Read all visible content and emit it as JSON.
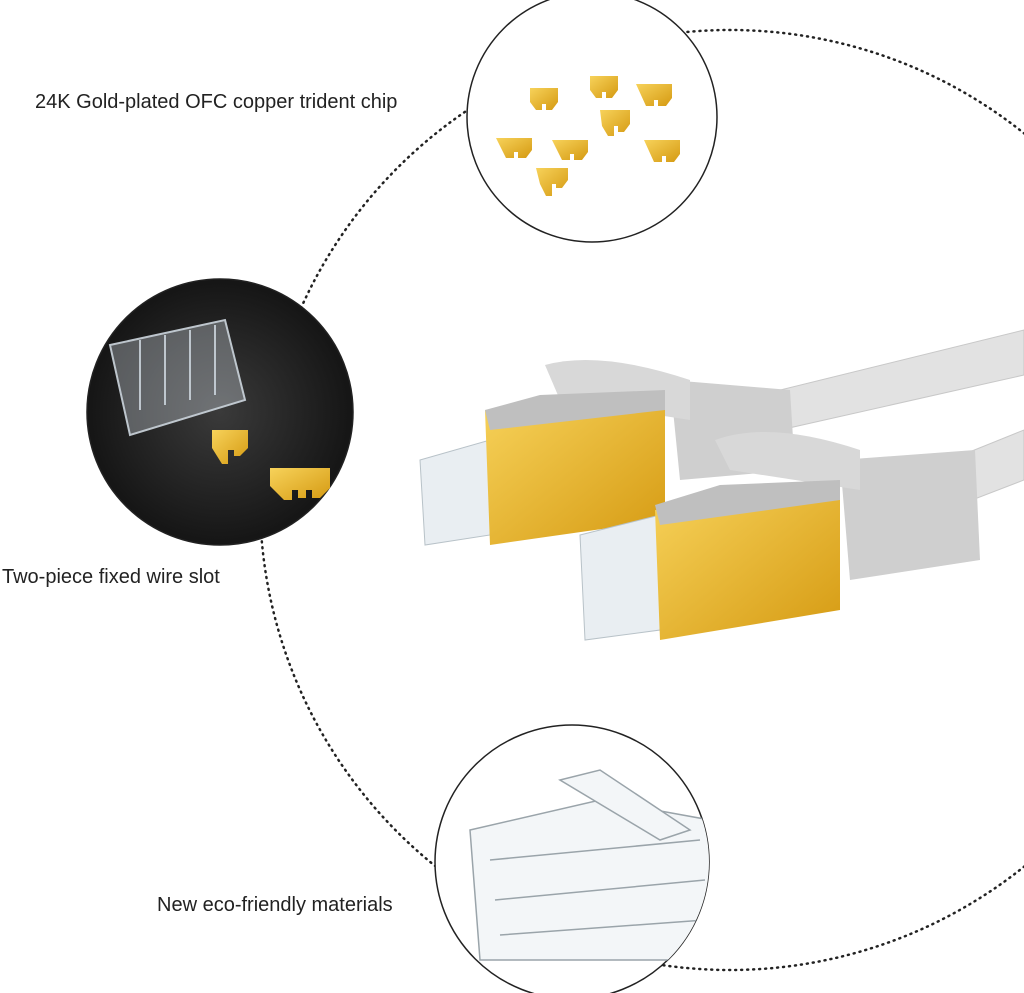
{
  "labels": {
    "chip": "24K Gold-plated OFC copper trident chip",
    "slot": "Two-piece fixed wire slot",
    "materials": "New eco-friendly materials"
  },
  "colors": {
    "gold": "#e8b020",
    "cable": "#dcdcdc",
    "dark_bg": "#2a2a2a"
  }
}
